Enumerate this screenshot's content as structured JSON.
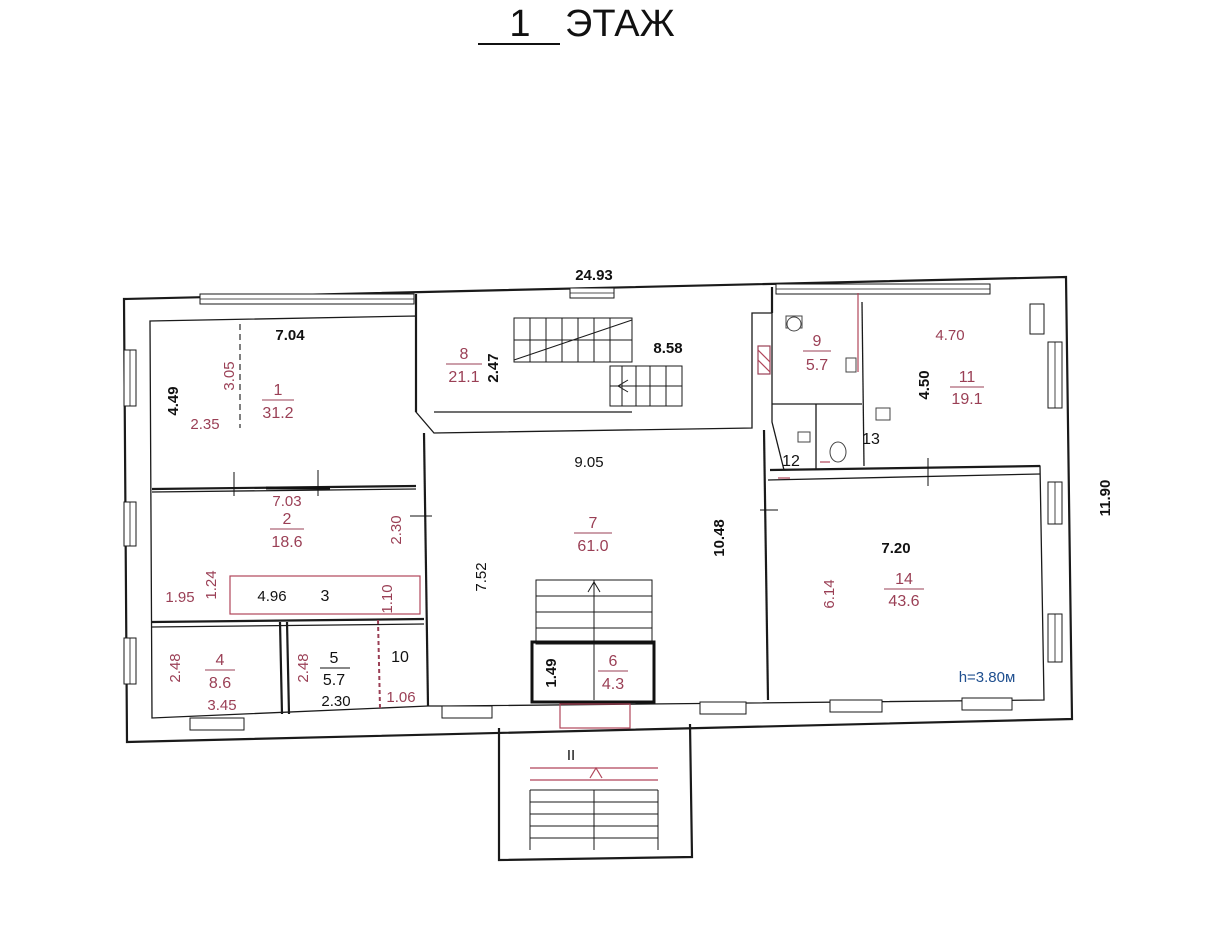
{
  "title": {
    "number": "1",
    "label": "ЭТАЖ"
  },
  "overall": {
    "width": "24.93",
    "depth": "11.90"
  },
  "height_note": "h=3.80м",
  "stair_label": "II",
  "rooms": [
    {
      "id": "1",
      "area": "31.2",
      "dims": [
        "7.04",
        "4.49",
        "3.05",
        "2.35"
      ]
    },
    {
      "id": "2",
      "area": "18.6",
      "dims": [
        "7.03",
        "2.30"
      ]
    },
    {
      "id": "3",
      "area": "",
      "dims": [
        "4.96",
        "1.24",
        "1.95",
        "1.10"
      ]
    },
    {
      "id": "4",
      "area": "8.6",
      "dims": [
        "2.48",
        "3.45"
      ]
    },
    {
      "id": "5",
      "area": "5.7",
      "dims": [
        "2.48",
        "2.30"
      ]
    },
    {
      "id": "6",
      "area": "4.3",
      "dims": [
        "1.49"
      ]
    },
    {
      "id": "7",
      "area": "61.0",
      "dims": [
        "9.05",
        "7.52",
        "10.48"
      ]
    },
    {
      "id": "8",
      "area": "21.1",
      "dims": [
        "2.47",
        "8.58"
      ]
    },
    {
      "id": "9",
      "area": "5.7",
      "dims": []
    },
    {
      "id": "10",
      "area": "",
      "dims": [
        "1.06"
      ]
    },
    {
      "id": "11",
      "area": "19.1",
      "dims": [
        "4.70",
        "4.50"
      ]
    },
    {
      "id": "12",
      "area": "",
      "dims": []
    },
    {
      "id": "13",
      "area": "",
      "dims": []
    },
    {
      "id": "14",
      "area": "43.6",
      "dims": [
        "7.20",
        "6.14"
      ]
    }
  ]
}
